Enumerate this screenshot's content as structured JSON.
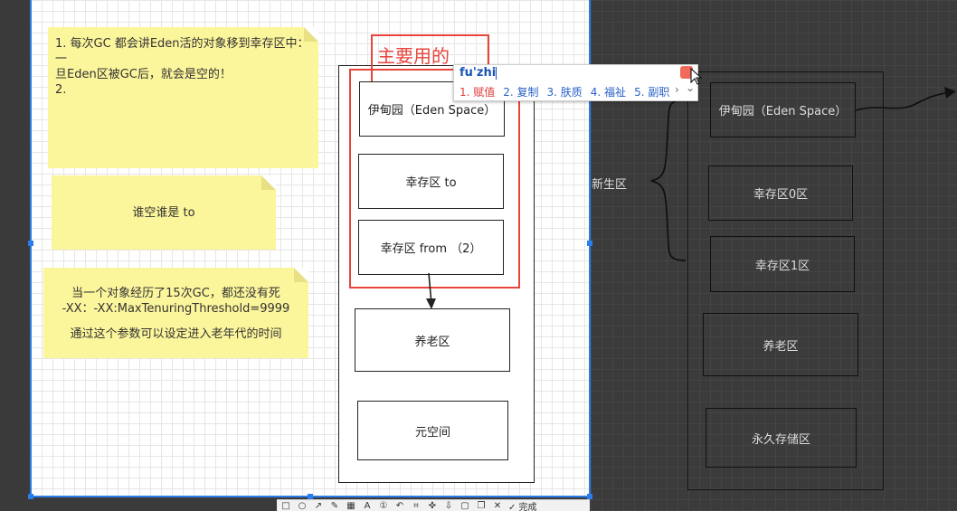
{
  "notes": {
    "note1": {
      "line1": "1. 每次GC 都会讲Eden活的对象移到幸存区中：一",
      "line2": "旦Eden区被GC后，就会是空的！",
      "line3": "2."
    },
    "note2": {
      "text": "谁空谁是 to"
    },
    "note3": {
      "line1": "当一个对象经历了15次GC，都还没有死",
      "line2": "-XX：-XX:MaxTenuringThreshold=9999",
      "line3": "通过这个参数可以设定进入老年代的时间"
    }
  },
  "annotation": {
    "label": "主要用的"
  },
  "diagram_left": {
    "eden": "伊甸园（Eden Space）",
    "survivor_to": "幸存区  to",
    "survivor_from": "幸存区   from  （2）",
    "old_gen": "养老区",
    "metaspace": "元空间"
  },
  "diagram_right": {
    "young_gen_label": "新生区",
    "eden": "伊甸园（Eden Space）",
    "survivor0": "幸存区0区",
    "survivor1": "幸存区1区",
    "old_gen": "养老区",
    "perm": "永久存储区"
  },
  "ime": {
    "input": "fu'zhi",
    "candidates": [
      "1. 赋值",
      "2. 复制",
      "3. 肤质",
      "4. 福祉",
      "5. 副职"
    ],
    "nav_prev": "‹",
    "nav_next": "›",
    "expand": "⌄"
  },
  "toolbar": {
    "finish_label": "✓ 完成"
  },
  "colors": {
    "highlight_red": "#e8453c",
    "note_yellow": "#fbf59b",
    "ime_blue": "#2a62c7"
  }
}
